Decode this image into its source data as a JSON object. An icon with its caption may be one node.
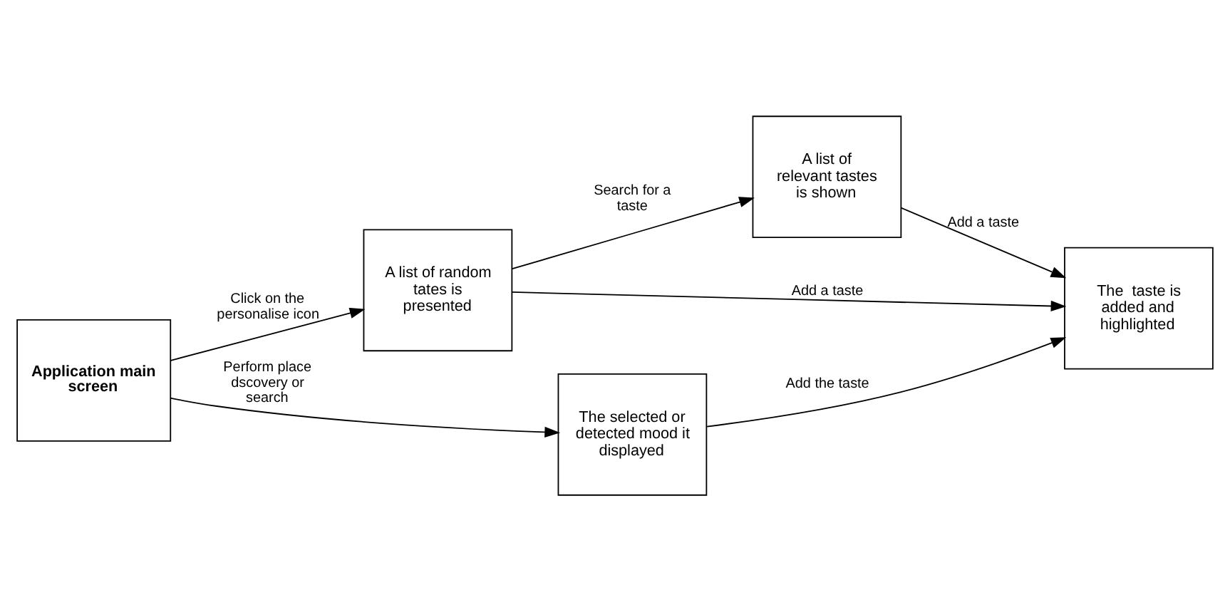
{
  "diagram": {
    "nodes": [
      {
        "text": [
          "Application main screen"
        ]
      },
      {
        "text": [
          "A list of random tates is presented"
        ]
      },
      {
        "text": [
          "A list of relevant tastes is shown"
        ]
      },
      {
        "text": [
          "The  taste is added and highlighted"
        ]
      },
      {
        "text": [
          "The selected or detected mood it displayed"
        ]
      }
    ],
    "edges": [
      {
        "from": 0,
        "to": 1,
        "arrow": "to",
        "label": "Click on the personalise icon"
      },
      {
        "from": 1,
        "to": 2,
        "arrow": "to",
        "label": "Search for a taste"
      },
      {
        "from": 1,
        "to": 3,
        "arrow": "to",
        "label": "Add a taste"
      },
      {
        "from": 2,
        "to": 3,
        "arrow": "to",
        "label": "Add a taste"
      },
      {
        "from": 0,
        "to": 4,
        "arrow": "to",
        "label": "Perform place dscovery or search"
      },
      {
        "from": 4,
        "to": 3,
        "arrow": "to",
        "label": "Add the taste"
      }
    ]
  }
}
